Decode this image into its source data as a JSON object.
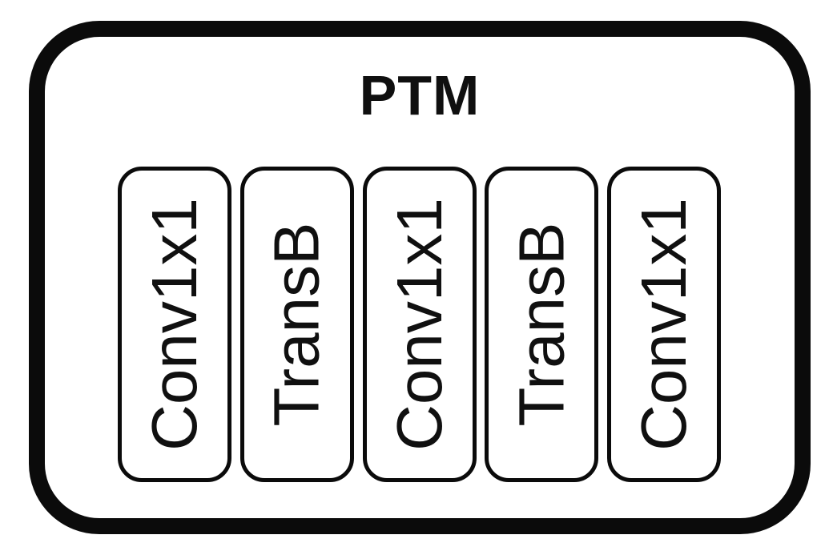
{
  "diagram": {
    "title": "PTM",
    "blocks": [
      {
        "label": "Conv1x1"
      },
      {
        "label": "TransB"
      },
      {
        "label": "Conv1x1"
      },
      {
        "label": "TransB"
      },
      {
        "label": "Conv1x1"
      }
    ],
    "colors": {
      "border": "#0b0b0b",
      "text": "#101010",
      "background": "#ffffff"
    }
  }
}
